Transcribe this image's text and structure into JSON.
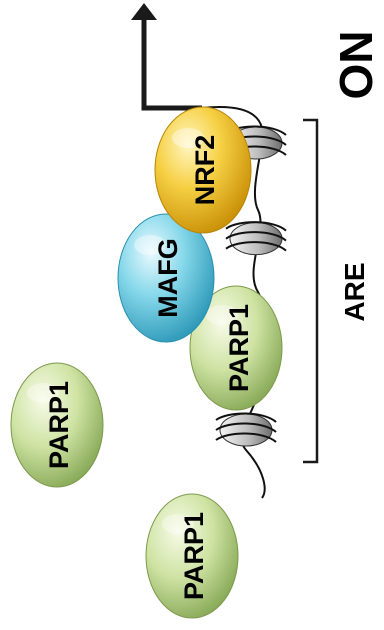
{
  "status": {
    "text": "ON",
    "color": "#ff0000"
  },
  "region": {
    "label": "ARE"
  },
  "proteins": {
    "nrf2": {
      "label": "NRF2",
      "color": "#f2c21c"
    },
    "mafg": {
      "label": "MAFG",
      "color": "#6fcbe0"
    },
    "parp1_bound": {
      "label": "PARP1",
      "color": "#c6dc96"
    },
    "parp1_free_1": {
      "label": "PARP1",
      "color": "#c6dc96"
    },
    "parp1_free_2": {
      "label": "PARP1",
      "color": "#c6dc96"
    }
  },
  "transcription_arrow": {
    "icon": "transcription-start-arrow-icon"
  },
  "dna": {
    "nucleosome_count": 4,
    "icon": "nucleosome-icon"
  }
}
